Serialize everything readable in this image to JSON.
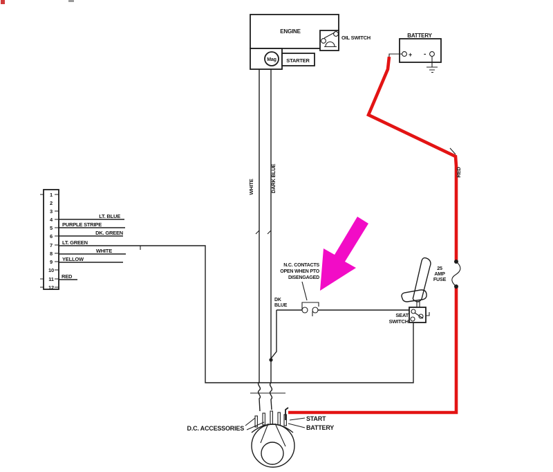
{
  "diagram": {
    "colors": {
      "wire_red": "#e31414",
      "arrow_magenta": "#f20cc6",
      "ink": "#1c1c1c"
    },
    "engine": {
      "label": "ENGINE",
      "mag_label": "Mag",
      "starter_label": "STARTER",
      "oil_switch_label": "OIL SWITCH"
    },
    "battery": {
      "label": "BATTERY",
      "positive": "+",
      "negative": "-"
    },
    "harness": {
      "white": "WHITE",
      "dark_blue": "DARK BLUE",
      "red": "RED",
      "dk": "DK",
      "blue": "BLUE"
    },
    "connector": {
      "pins": [
        "1",
        "2",
        "3",
        "4",
        "5",
        "6",
        "7",
        "8",
        "9",
        "10",
        "11",
        "12"
      ],
      "labels": {
        "lt_blue": "LT. BLUE",
        "purple_stripe": "PURPLE STRIPE",
        "dk_green": "DK. GREEN",
        "lt_green": "LT. GREEN",
        "white": "WHITE",
        "yellow": "YELLOW",
        "red": "RED"
      }
    },
    "pto_note": {
      "line1": "N.C. CONTACTS",
      "line2": "OPEN WHEN PTO",
      "line3": "DISENGAGED"
    },
    "seat_switch": {
      "line1": "SEAT",
      "line2": "SWITCH"
    },
    "fuse": {
      "line1": "25",
      "line2": "AMP",
      "line3": "FUSE"
    },
    "ignition": {
      "dc_accessories": "D.C. ACCESSORIES",
      "start": "START",
      "battery": "BATTERY"
    }
  }
}
